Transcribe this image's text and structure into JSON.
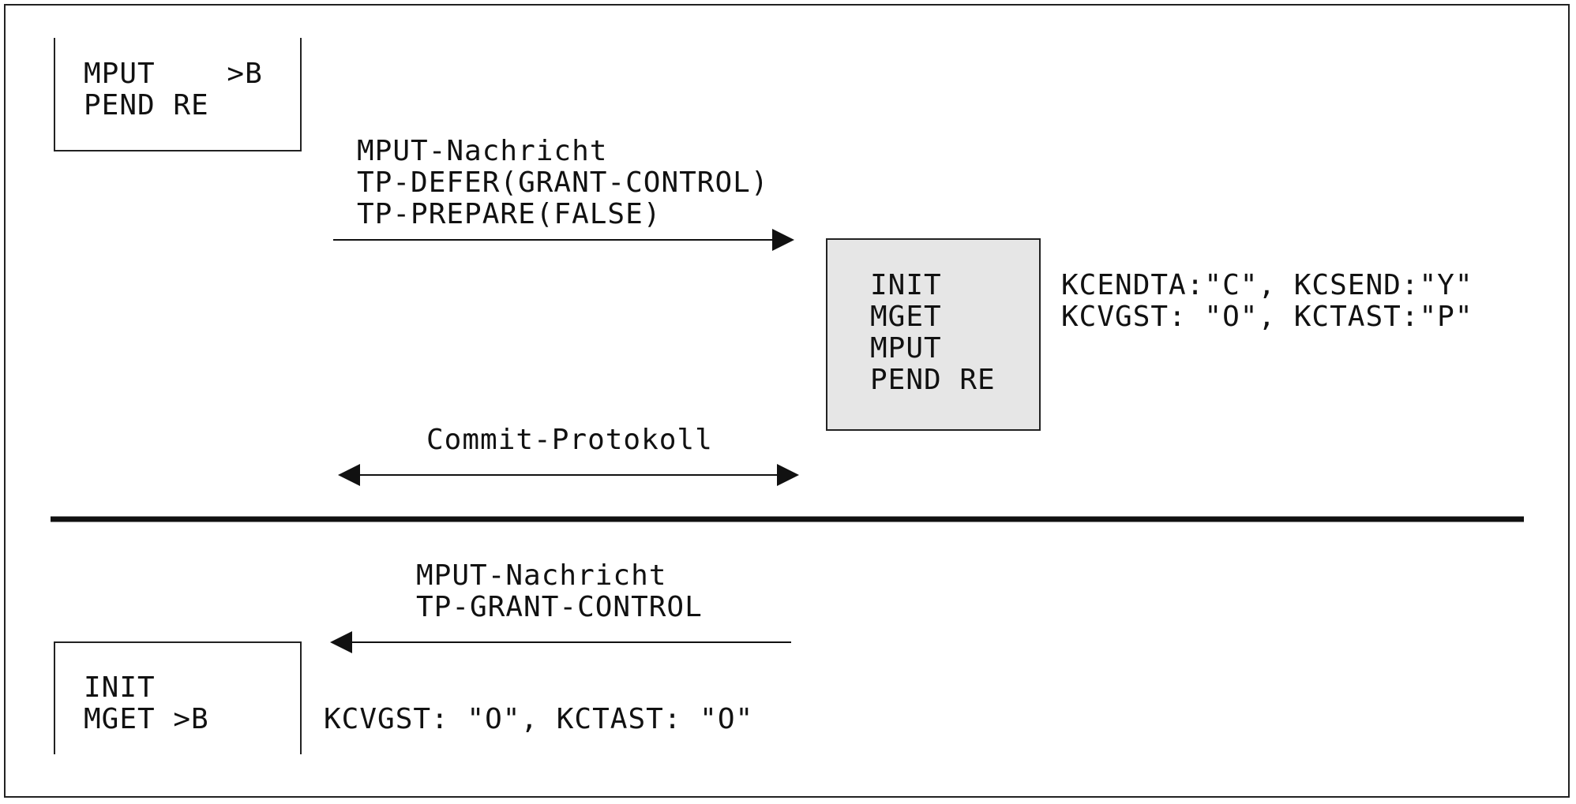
{
  "top_left_box": {
    "lines": [
      "MPUT    >B",
      "PEND RE"
    ]
  },
  "message_1": {
    "lines": [
      "MPUT-Nachricht",
      "TP-DEFER(GRANT-CONTROL)",
      "TP-PREPARE(FALSE)"
    ]
  },
  "partner_box": {
    "lines": [
      "INIT",
      "MGET",
      "MPUT",
      "PEND RE"
    ]
  },
  "partner_status": {
    "lines": [
      "KCENDTA:\"C\", KCSEND:\"Y\"",
      "KCVGST: \"O\", KCTAST:\"P\""
    ]
  },
  "commit": {
    "label": "Commit-Protokoll"
  },
  "message_2": {
    "lines": [
      "MPUT-Nachricht",
      "TP-GRANT-CONTROL"
    ]
  },
  "bottom_left_box": {
    "lines": [
      "INIT",
      "MGET >B"
    ]
  },
  "bottom_status": {
    "text": "KCVGST: \"O\", KCTAST: \"O\""
  }
}
